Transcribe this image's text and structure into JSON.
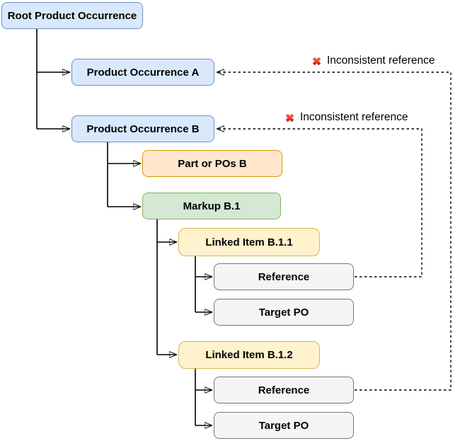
{
  "diagram": {
    "type": "tree",
    "nodes": [
      {
        "id": "root",
        "label": "Root Product Occurrence",
        "style": "blue"
      },
      {
        "id": "po-a",
        "label": "Product Occurrence A",
        "style": "blue"
      },
      {
        "id": "po-b",
        "label": "Product Occurrence B",
        "style": "blue"
      },
      {
        "id": "part-b",
        "label": "Part or POs B",
        "style": "orange"
      },
      {
        "id": "markup-b1",
        "label": "Markup B.1",
        "style": "green"
      },
      {
        "id": "linked-item-b11",
        "label": "Linked Item B.1.1",
        "style": "yellow"
      },
      {
        "id": "reference-b11",
        "label": "Reference",
        "style": "gray"
      },
      {
        "id": "target-po-b11",
        "label": "Target PO",
        "style": "gray"
      },
      {
        "id": "linked-item-b12",
        "label": "Linked Item B.1.2",
        "style": "yellow"
      },
      {
        "id": "reference-b12",
        "label": "Reference",
        "style": "gray"
      },
      {
        "id": "target-po-b12",
        "label": "Target PO",
        "style": "gray"
      }
    ],
    "edges": [
      {
        "from": "root",
        "to": "po-a",
        "style": "solid"
      },
      {
        "from": "root",
        "to": "po-b",
        "style": "solid"
      },
      {
        "from": "po-b",
        "to": "part-b",
        "style": "solid"
      },
      {
        "from": "po-b",
        "to": "markup-b1",
        "style": "solid"
      },
      {
        "from": "markup-b1",
        "to": "linked-item-b11",
        "style": "solid"
      },
      {
        "from": "linked-item-b11",
        "to": "reference-b11",
        "style": "solid"
      },
      {
        "from": "linked-item-b11",
        "to": "target-po-b11",
        "style": "solid"
      },
      {
        "from": "markup-b1",
        "to": "linked-item-b12",
        "style": "solid"
      },
      {
        "from": "linked-item-b12",
        "to": "reference-b12",
        "style": "solid"
      },
      {
        "from": "linked-item-b12",
        "to": "target-po-b12",
        "style": "solid"
      },
      {
        "from": "reference-b11",
        "to": "po-b",
        "style": "dashed",
        "annotation": "Inconsistent reference"
      },
      {
        "from": "reference-b12",
        "to": "po-a",
        "style": "dashed",
        "annotation": "Inconsistent reference"
      }
    ],
    "annotations": [
      {
        "id": "warn-a",
        "label": "Inconsistent reference",
        "icon": "red-cross-icon"
      },
      {
        "id": "warn-b",
        "label": "Inconsistent reference",
        "icon": "red-cross-icon"
      }
    ],
    "colors": {
      "blue_fill": "#dae8fc",
      "blue_stroke": "#6c8ebf",
      "orange_fill": "#ffe6cc",
      "orange_stroke": "#d79b00",
      "green_fill": "#d5e8d4",
      "green_stroke": "#82b366",
      "yellow_fill": "#fff2cc",
      "yellow_stroke": "#d6b656",
      "gray_fill": "#f5f5f5",
      "gray_stroke": "#777777",
      "edge": "#000000",
      "text": "#000000",
      "error_red": "#e0382c",
      "background": "#ffffff"
    }
  }
}
